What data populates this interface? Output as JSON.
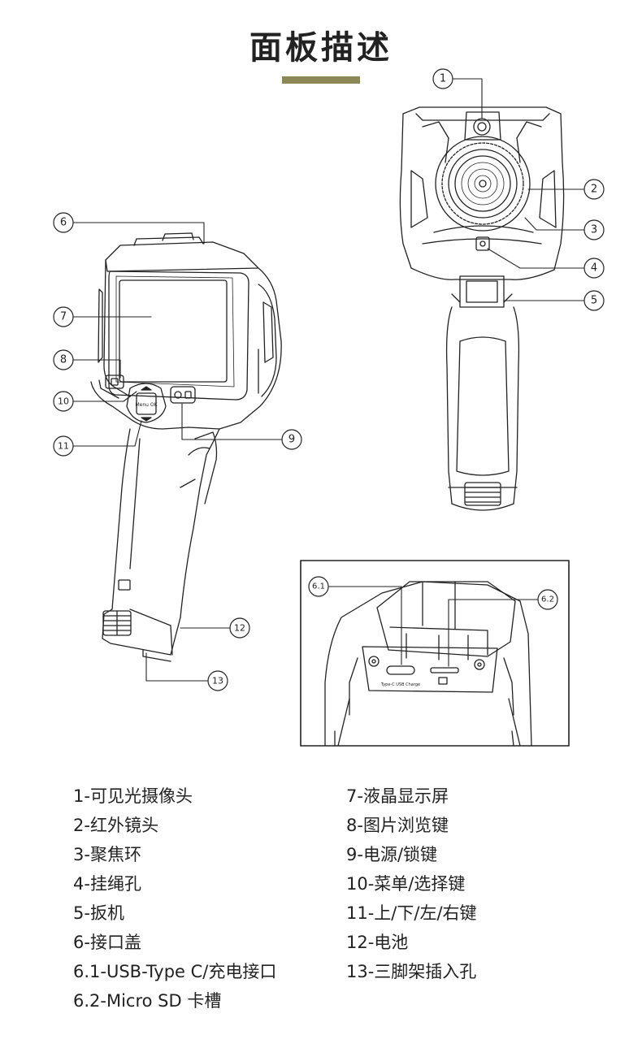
{
  "title": "面板描述",
  "accent_color": "#8c8757",
  "callouts": {
    "c1": "1",
    "c2": "2",
    "c3": "3",
    "c4": "4",
    "c5": "5",
    "c6": "6",
    "c7": "7",
    "c8": "8",
    "c9": "9",
    "c10": "10",
    "c11": "11",
    "c12": "12",
    "c13": "13",
    "c61": "6.1",
    "c62": "6.2"
  },
  "device_labels": {
    "menu_ok": "Menu OK",
    "port_text": "Type-C  USB Charge"
  },
  "legend_left": [
    "1-可见光摄像头",
    "2-红外镜头",
    "3-聚焦环",
    "4-挂绳孔",
    "5-扳机",
    "6-接口盖",
    "6.1-USB-Type C/充电接口",
    "6.2-Micro SD 卡槽"
  ],
  "legend_right": [
    "7-液晶显示屏",
    "8-图片浏览键",
    "9-电源/锁键",
    "10-菜单/选择键",
    "11-上/下/左/右键",
    "12-电池",
    "13-三脚架插入孔"
  ]
}
